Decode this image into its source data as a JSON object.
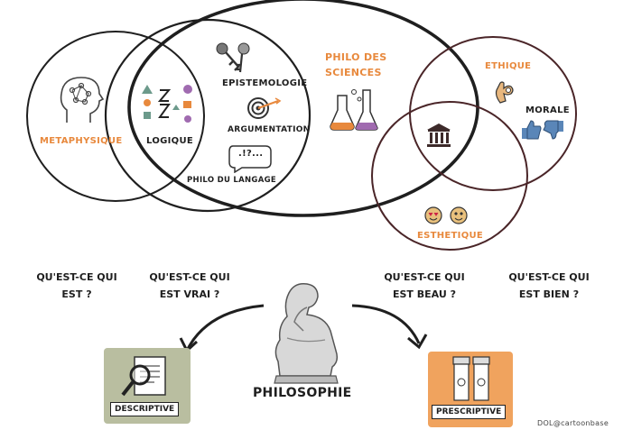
{
  "labels": {
    "metaphysique": "METAPHYSIQUE",
    "logique": "LOGIQUE",
    "epistemologie": "EPISTEMOLOGIE",
    "argumentation": "ARGUMENTATION",
    "philo_langage": "PHILO DU LANGAGE",
    "philo_sciences_1": "PHILO DES",
    "philo_sciences_2": "SCIENCES",
    "ethique": "ETHIQUE",
    "morale": "MORALE",
    "esthetique": "ESTHETIQUE"
  },
  "questions": [
    {
      "line1": "QU'EST-CE QUI",
      "line2": "EST ?"
    },
    {
      "line1": "QU'EST-CE QUI",
      "line2": "EST VRAI ?"
    },
    {
      "line1": "QU'EST-CE QUI",
      "line2": "EST BEAU ?"
    },
    {
      "line1": "QU'EST-CE QUI",
      "line2": "EST BIEN ?"
    }
  ],
  "center": {
    "title": "PHILOSOPHIE"
  },
  "branches": {
    "descriptive": "DESCRIPTIVE",
    "prescriptive": "PRESCRIPTIVE"
  },
  "speech_bubble": ".!?...",
  "credit": "DOL@cartoonbase",
  "colors": {
    "accent_orange": "#e8893d",
    "ink": "#1f1f1f",
    "descriptive_bg": "#b9bea0",
    "prescriptive_bg": "#f0a35e",
    "circle_ethique": "#4a2528"
  }
}
